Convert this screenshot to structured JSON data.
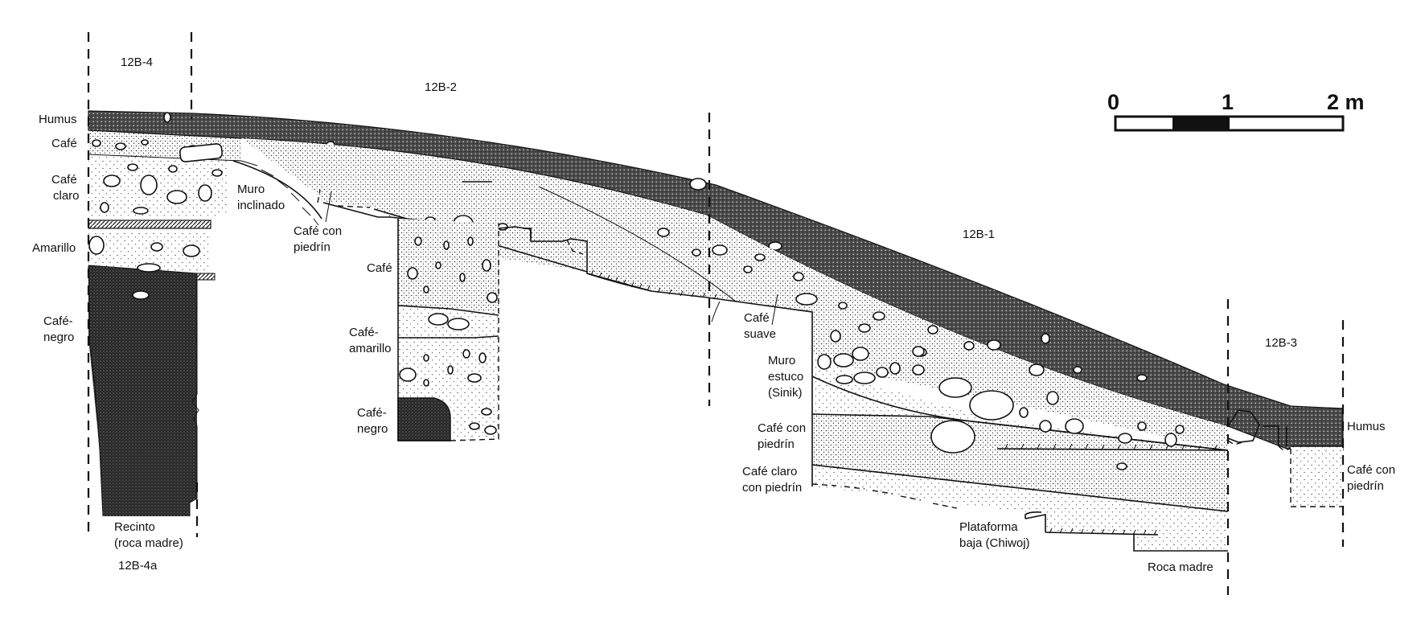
{
  "units": {
    "u12b4": "12B-4",
    "u12b2": "12B-2",
    "u12b1": "12B-1",
    "u12b3": "12B-3",
    "u12b4a": "12B-4a"
  },
  "scale": {
    "tick0": "0",
    "tick1": "1",
    "tick2": "2 m"
  },
  "labels": {
    "humus_left": "Humus",
    "cafe_left": "Café",
    "cafe_claro_1": "Café",
    "cafe_claro_2": "claro",
    "amarillo": "Amarillo",
    "cafe_negro_left_1": "Café-",
    "cafe_negro_left_2": "negro",
    "recinto_1": "Recinto",
    "recinto_2": "(roca madre)",
    "muro_inclinado_1": "Muro",
    "muro_inclinado_2": "inclinado",
    "cafe_piedrin_mid_1": "Café con",
    "cafe_piedrin_mid_2": "piedrín",
    "cafe_pit": "Café",
    "cafe_amarillo_1": "Café-",
    "cafe_amarillo_2": "amarillo",
    "cafe_negro_pit_1": "Café-",
    "cafe_negro_pit_2": "negro",
    "cafe_suave_1": "Café",
    "cafe_suave_2": "suave",
    "muro_estuco_1": "Muro",
    "muro_estuco_2": "estuco",
    "muro_estuco_3": "(Sinik)",
    "cafe_piedrin_right_1": "Café con",
    "cafe_piedrin_right_2": "piedrín",
    "cafe_claro_piedrin_1": "Café claro",
    "cafe_claro_piedrin_2": "con piedrín",
    "plataforma_1": "Plataforma",
    "plataforma_2": "baja (Chiwoj)",
    "roca_madre": "Roca madre",
    "humus_right": "Humus",
    "cafe_piedrin_far_1": "Café con",
    "cafe_piedrin_far_2": "piedrín"
  }
}
